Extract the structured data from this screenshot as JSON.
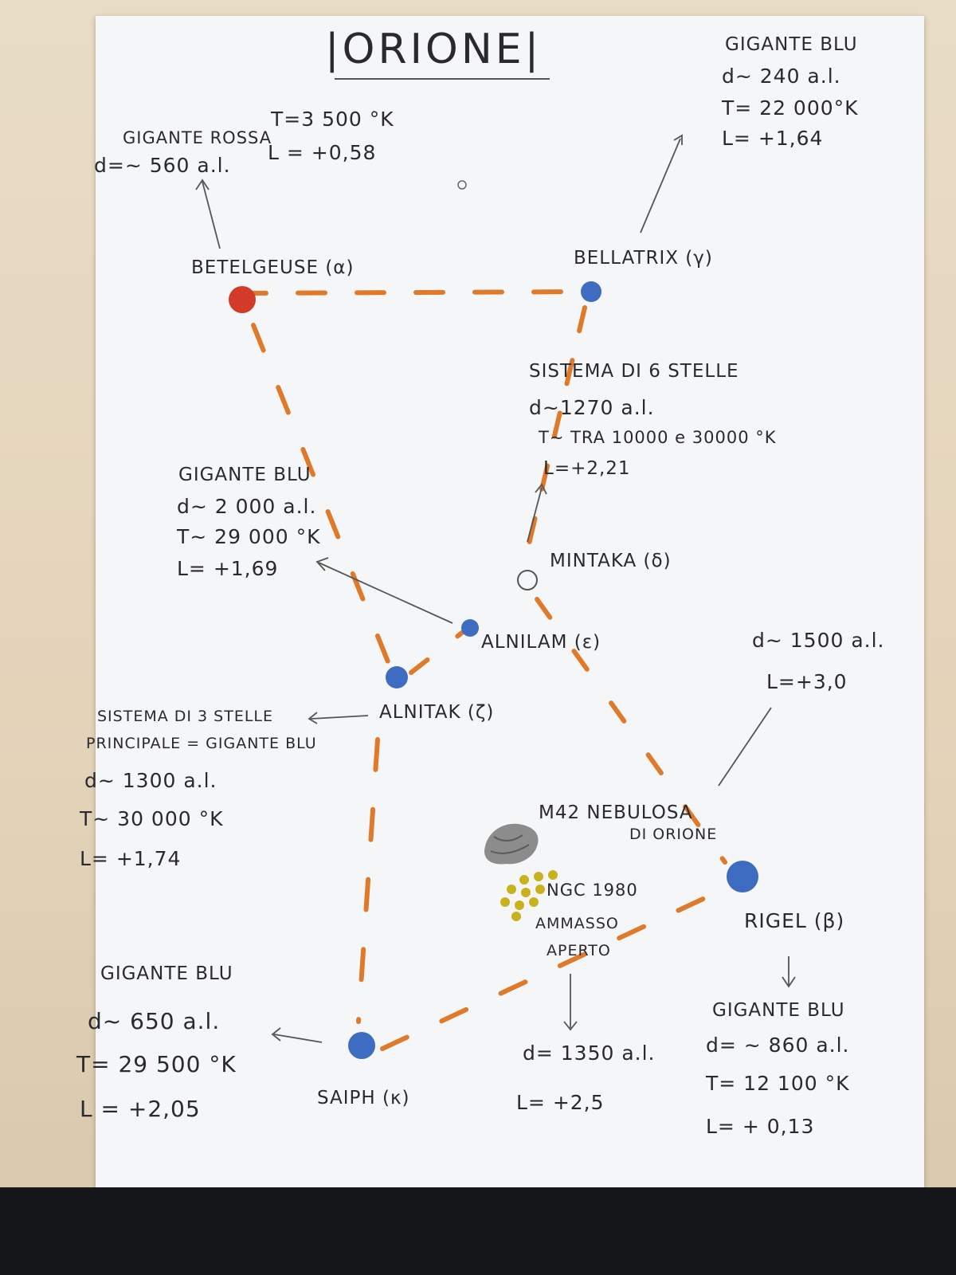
{
  "title": "|ORIONE|",
  "colors": {
    "dash": "#e07a2b",
    "red_star": "#d23b2a",
    "blue_star": "#3e6cc0",
    "ink": "#2a2a2e",
    "cluster": "#c9b21e",
    "nebula": "#8c8c8c"
  },
  "stars": {
    "betelgeuse": {
      "name": "BETELGEUSE (α)",
      "info_type": "GIGANTE ROSSA",
      "info_d": "d=~ 560 a.l.",
      "info_t": "T=3 500 °K",
      "info_l": "L = +0,58"
    },
    "bellatrix": {
      "name": "BELLATRIX (γ)",
      "info_type": "GIGANTE BLU",
      "info_d": "d~ 240 a.l.",
      "info_t": "T= 22 000°K",
      "info_l": "L= +1,64"
    },
    "mintaka": {
      "name": "MINTAKA (δ)",
      "info_type": "SISTEMA DI 6 STELLE",
      "info_d": "d~1270 a.l.",
      "info_t": "T~ TRA 10000 e 30000 °K",
      "info_l": "L=+2,21"
    },
    "alnilam": {
      "name": "ALNILAM (ε)",
      "info_type": "GIGANTE BLU",
      "info_d": "d~ 2 000 a.l.",
      "info_t": "T~ 29 000 °K",
      "info_l": "L= +1,69"
    },
    "alnitak": {
      "name": "ALNITAK (ζ)",
      "info_type": "SISTEMA DI 3 STELLE",
      "info_type2": "PRINCIPALE = GIGANTE BLU",
      "info_d": "d~ 1300 a.l.",
      "info_t": "T~ 30 000 °K",
      "info_l": "L= +1,74"
    },
    "rigel": {
      "name": "RIGEL (β)",
      "info_type": "GIGANTE BLU",
      "info_d": "d= ~ 860 a.l.",
      "info_t": "T= 12 100 °K",
      "info_l": "L= + 0,13"
    },
    "saiph": {
      "name": "SAIPH (κ)",
      "info_type": "GIGANTE BLU",
      "info_d": "d~ 650 a.l.",
      "info_t": "T= 29 500 °K",
      "info_l": "L = +2,05"
    }
  },
  "objects": {
    "m42": {
      "name": "M42 NEBULOSA",
      "name2": "DI ORIONE",
      "info_d": "d~ 1500 a.l.",
      "info_l": "L=+3,0"
    },
    "ngc1980": {
      "name": "NGC 1980",
      "name2": "AMMASSO",
      "name3": "APERTO",
      "info_d": "d= 1350 a.l.",
      "info_l": "L= +2,5"
    }
  }
}
